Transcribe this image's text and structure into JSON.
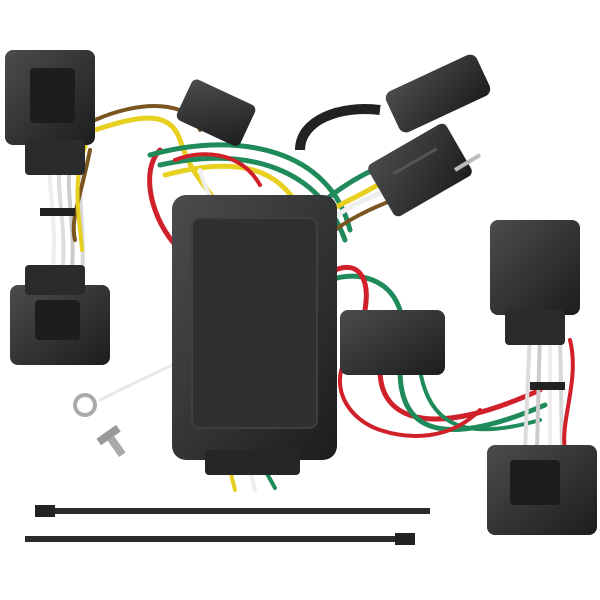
{
  "image": {
    "subject": "trailer-wiring-harness-kit",
    "components": [
      "connector-top-left",
      "connector-bottom-left",
      "connector-top-right-flat-4-way",
      "converter-box",
      "small-module",
      "connector-right-upper",
      "connector-right-lower",
      "ring-terminal",
      "self-tapping-screw",
      "cable-tie-1",
      "cable-tie-2"
    ]
  },
  "colors": {
    "background": "#ffffff",
    "plastic": "#2a2b2c",
    "plastic_highlight": "#4a4c4e",
    "wire_yellow": "#e8d020",
    "wire_green": "#1f8a5a",
    "wire_red": "#d0202a",
    "wire_white": "#e8e8e8",
    "wire_brown": "#7a5520"
  }
}
